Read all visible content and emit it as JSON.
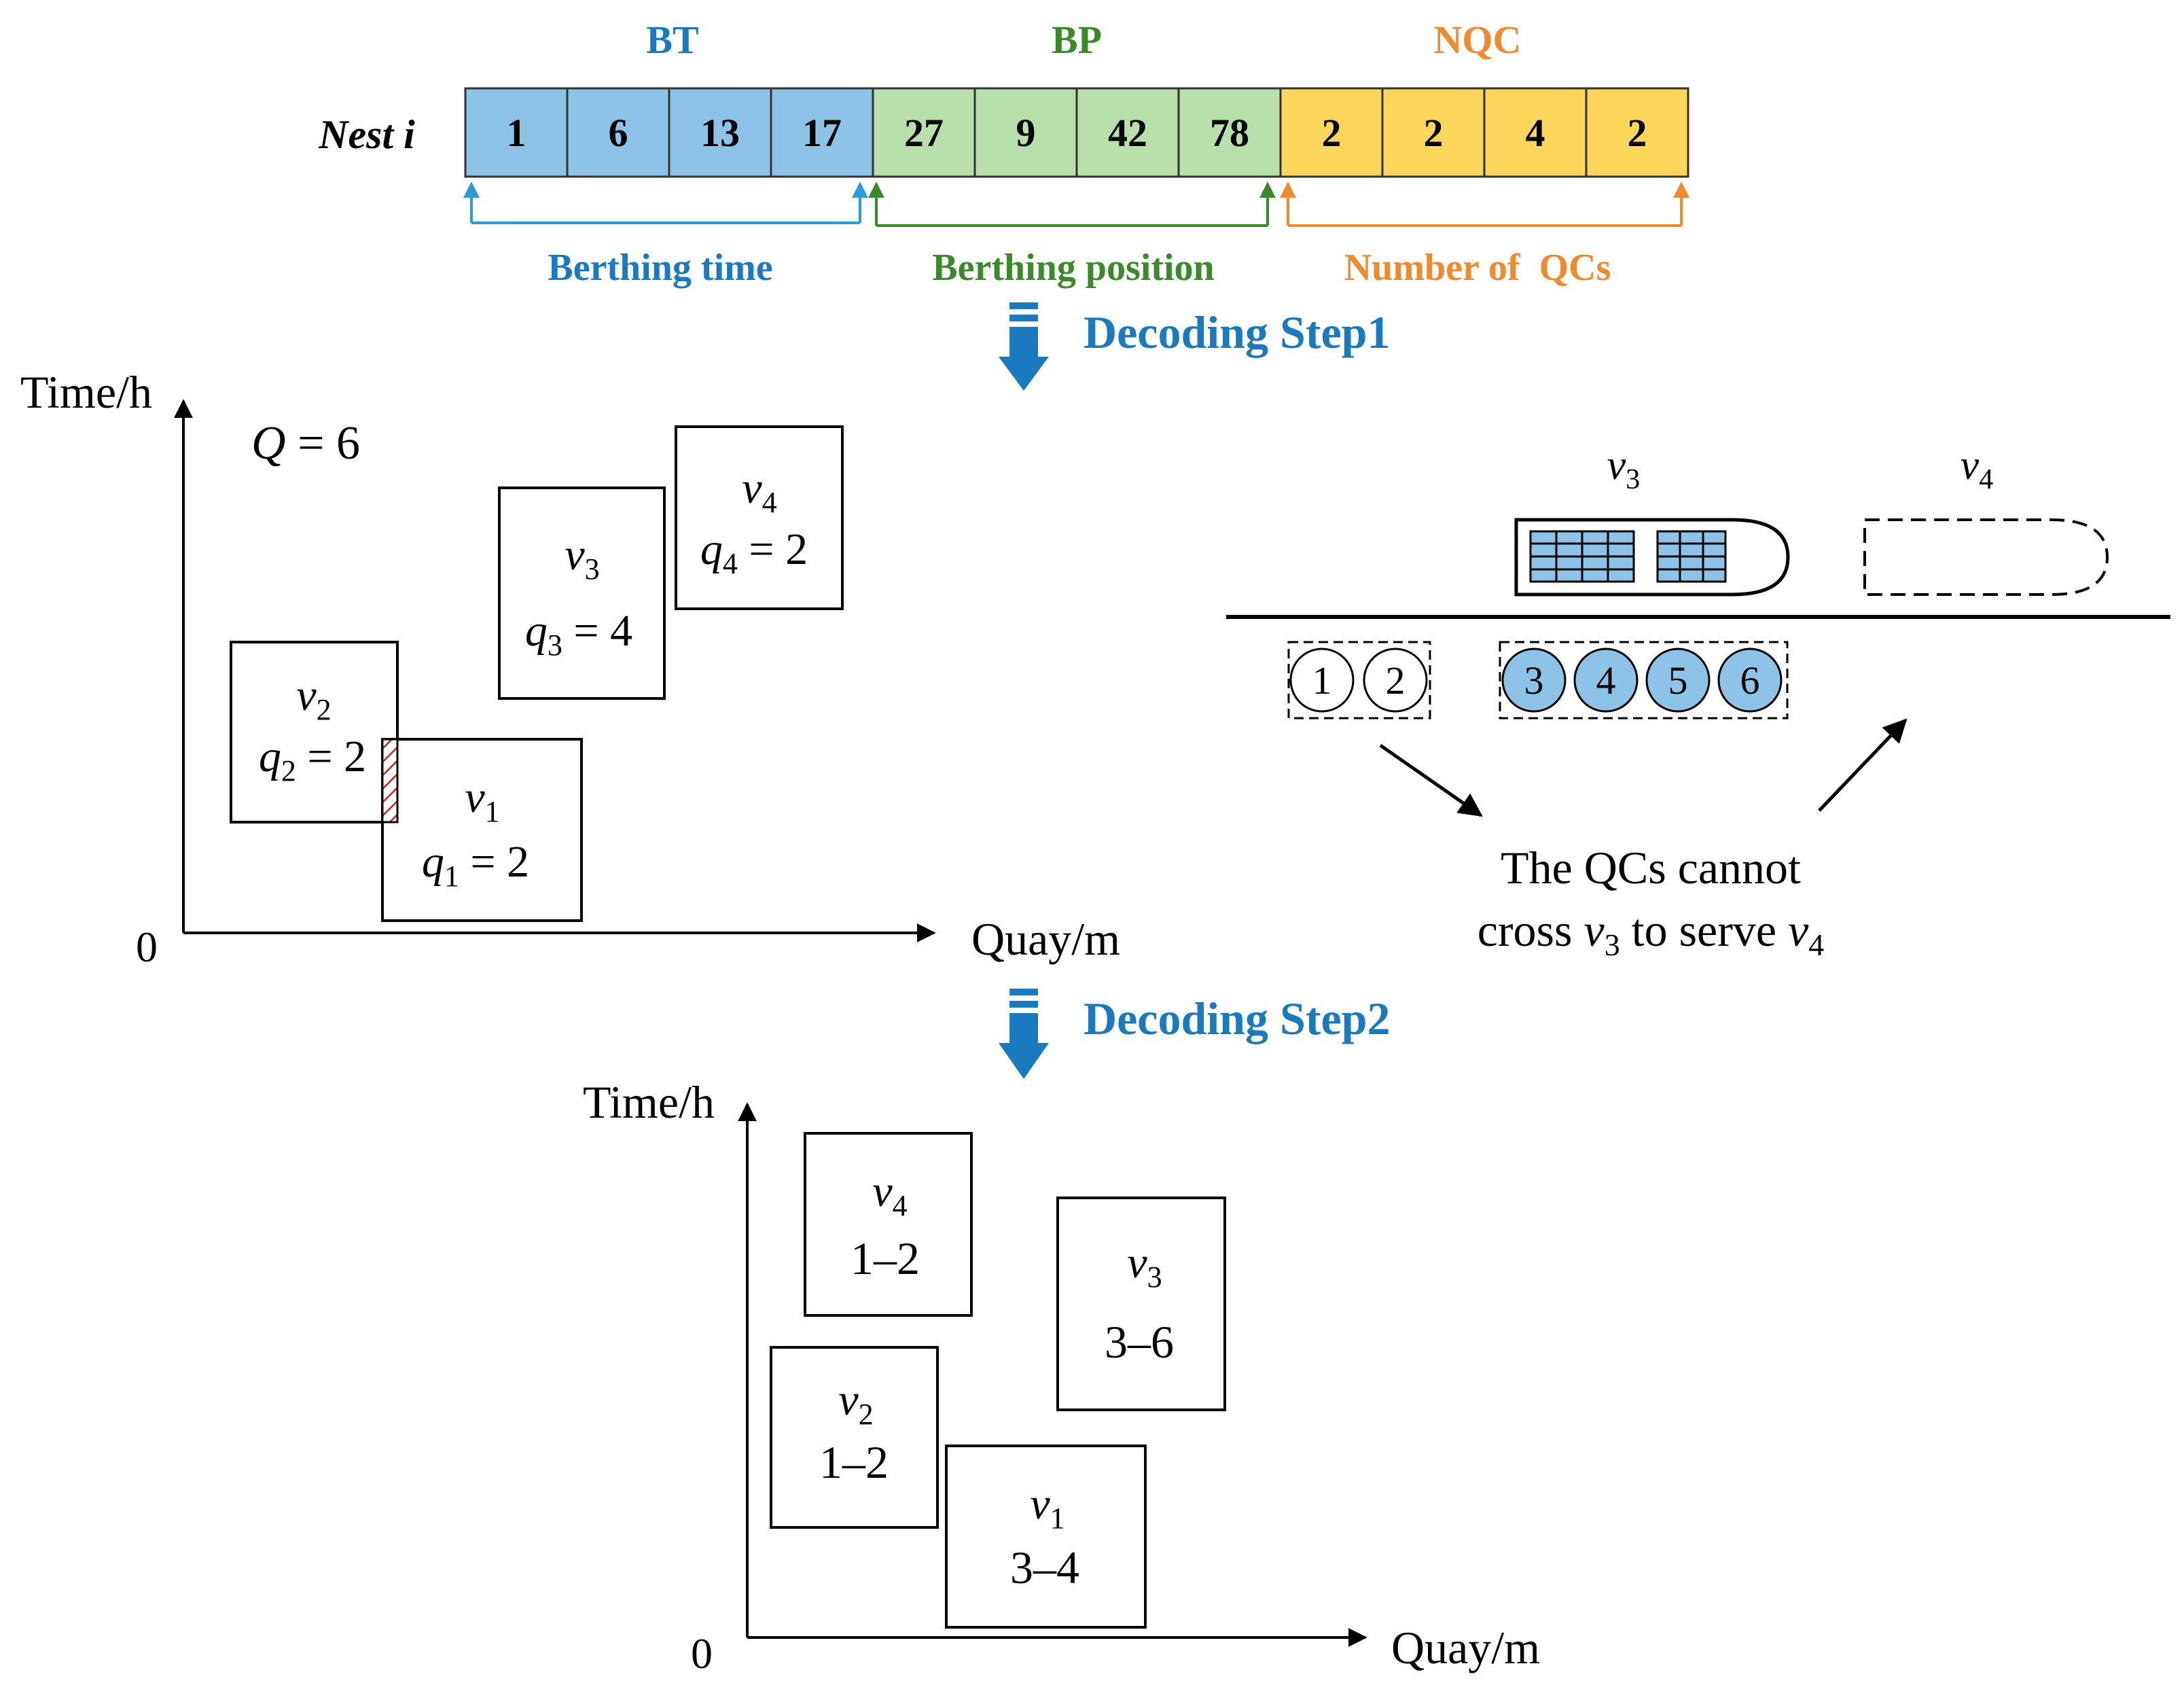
{
  "nest": {
    "label": "Nest i",
    "groups": [
      {
        "title": "BT",
        "caption": "Berthing time",
        "color": "#1a7abf",
        "fill": "#8ec3e8",
        "values": [
          "1",
          "6",
          "13",
          "17"
        ]
      },
      {
        "title": "BP",
        "caption": "Berthing position",
        "color": "#3a8a2a",
        "fill": "#b8e0aa",
        "values": [
          "27",
          "9",
          "42",
          "78"
        ]
      },
      {
        "title": "NQC",
        "caption": "Number of  QCs",
        "color": "#f08a2e",
        "fill": "#fcd65a",
        "values": [
          "2",
          "2",
          "4",
          "2"
        ]
      }
    ]
  },
  "steps": {
    "step1": "Decoding Step1",
    "step2": "Decoding Step2",
    "color": "#1a7abf"
  },
  "plot1": {
    "ylabel": "Time/h",
    "xlabel": "Quay/m",
    "origin": "0",
    "q_label_var": "Q",
    "q_label_rest": " = 6",
    "vessels": [
      {
        "v": "v",
        "vs": "2",
        "q": "q",
        "qs": "2",
        "qv": " = 2"
      },
      {
        "v": "v",
        "vs": "1",
        "q": "q",
        "qs": "1",
        "qv": " = 2"
      },
      {
        "v": "v",
        "vs": "3",
        "q": "q",
        "qs": "3",
        "qv": " = 4"
      },
      {
        "v": "v",
        "vs": "4",
        "q": "q",
        "qs": "4",
        "qv": " = 2"
      }
    ]
  },
  "ships": {
    "v3": {
      "v": "v",
      "s": "3"
    },
    "v4": {
      "v": "v",
      "s": "4"
    },
    "qcs": [
      "1",
      "2",
      "3",
      "4",
      "5",
      "6"
    ],
    "qc_fill": "#8ec3e8",
    "note_line1": "The QCs cannot",
    "note_pre": "cross ",
    "note_v": "v",
    "note_s1": "3",
    "note_mid": " to serve ",
    "note_s2": "4"
  },
  "plot2": {
    "ylabel": "Time/h",
    "xlabel": "Quay/m",
    "origin": "0",
    "vessels": [
      {
        "v": "v",
        "vs": "4",
        "range": "1–2"
      },
      {
        "v": "v",
        "vs": "3",
        "range": "3–6"
      },
      {
        "v": "v",
        "vs": "2",
        "range": "1–2"
      },
      {
        "v": "v",
        "vs": "1",
        "range": "3–4"
      }
    ]
  }
}
